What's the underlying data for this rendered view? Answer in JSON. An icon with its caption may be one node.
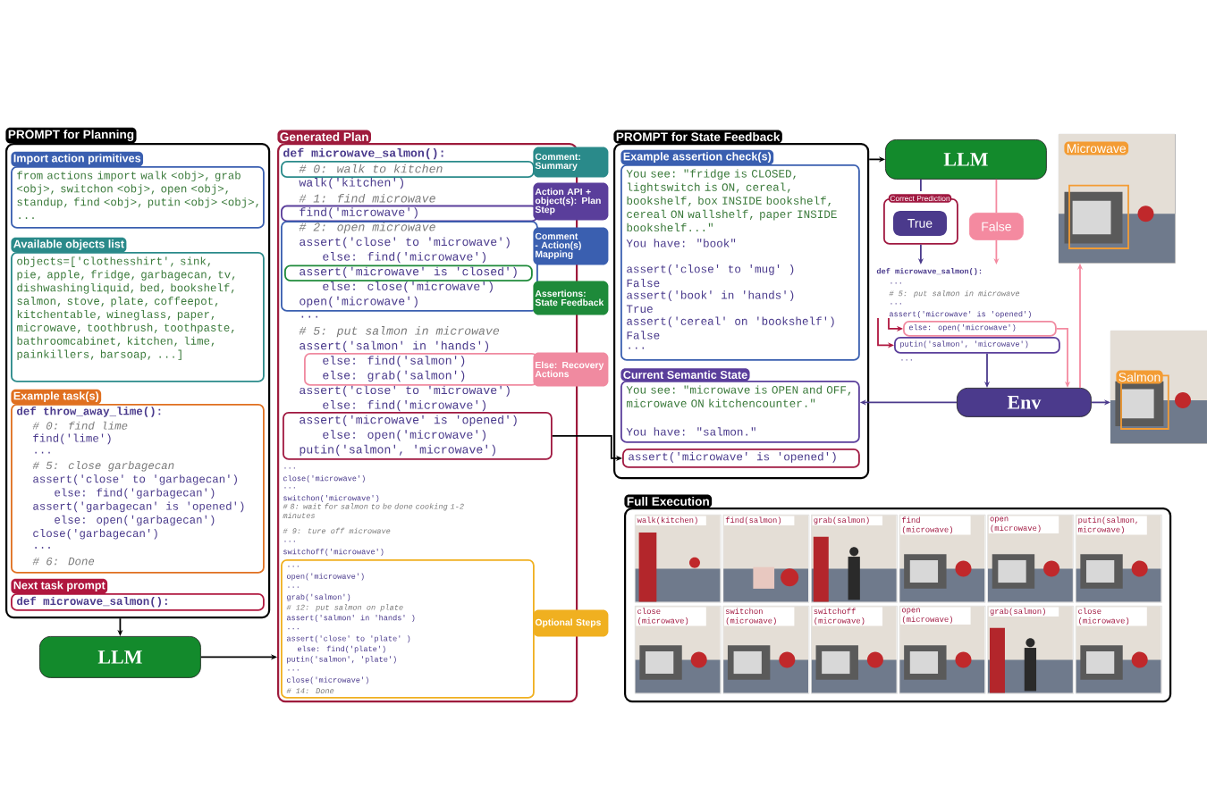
{
  "diagram": {
    "nodes": [
      {
        "text": [
          "PROMPT for Planning"
        ]
      },
      {
        "text": [
          "Import action primitives",
          "from actions import walk <obj>, grab <obj>, switchon <obj>, open <obj>, standup, find <obj>, putin <obj> <obj>, ..."
        ],
        "in": 0
      },
      {
        "text": [
          "Available objects list",
          "objects=['clothesshirt', sink, pie, apple, fridge, garbagecan, tv, dishwashingliquid, bed, bookshelf, salmon, stove, plate, coffeepot, kitchentable, wineglass, paper, microwave, toothbrush, toothpaste, bathroomcabinet, kitchen, lime, painkillers, barsoap, ...]"
        ],
        "in": 0
      },
      {
        "text": [
          "Example task(s)",
          "def throw_away_lime():",
          "# 0: find lime",
          "find('lime')",
          "...",
          "# 5: close garbagecan",
          "assert('close' to 'garbagecan')",
          "else: find('garbagecan')",
          "assert('garbagecan' is 'opened')",
          "else: open('garbagecan')",
          "close('garbagecan')",
          "...",
          "# 6: Done"
        ],
        "in": 0
      },
      {
        "text": [
          "Next task prompt",
          "def microwave_salmon():"
        ],
        "in": 0
      },
      {
        "text": [
          "LLM"
        ]
      },
      {
        "text": [
          "Generated Plan",
          "def microwave_salmon():",
          "walk('kitchen')",
          "# 1: find microwave",
          "...",
          "# 5: put salmon in microwave",
          "assert('salmon' in 'hands')",
          "assert('close' to 'microwave')",
          "else: find('microwave')",
          "...",
          "close('microwave')",
          "...",
          "switchon('microwave')",
          "# 8: wait for salmon to be done cooking 1-2 minutes",
          "# 9: ture off microwave",
          "...",
          "switchoff('microwave')"
        ]
      },
      {
        "text": [
          "# 0: walk to kitchen"
        ],
        "in": 6
      },
      {
        "text": [
          "find('microwave')"
        ],
        "in": 6
      },
      {
        "text": [
          "# 2: open microwave",
          "assert('close' to 'microwave')",
          "else: find('microwave')",
          "else: close('microwave')",
          "open('microwave')"
        ],
        "in": 6
      },
      {
        "text": [
          "assert('microwave' is 'closed')"
        ],
        "in": 9
      },
      {
        "text": [
          "else: find('salmon')",
          "else: grab('salmon')"
        ],
        "in": 6
      },
      {
        "text": [
          "assert('microwave' is 'opened')",
          "else: open('microwave')",
          "putin('salmon', 'microwave')"
        ],
        "in": 6
      },
      {
        "text": [
          "...",
          "open('microwave')",
          "...",
          "grab('salmon')",
          "# 12: put salmon on plate",
          "assert('salmon' in 'hands' )",
          "...",
          "assert('close' to 'plate' )",
          "else: find('plate')",
          "putin('salmon', 'plate')",
          "...",
          "close('microwave')",
          "# 14: Done"
        ],
        "in": 6
      },
      {
        "text": [
          "Comment: Summary"
        ]
      },
      {
        "text": [
          "Action API + object(s): Plan Step"
        ]
      },
      {
        "text": [
          "Comment - Action(s) Mapping"
        ]
      },
      {
        "text": [
          "Assertions: State Feedback"
        ]
      },
      {
        "text": [
          "Else: Recovery Actions"
        ]
      },
      {
        "text": [
          "Optional Steps"
        ]
      },
      {
        "text": [
          "PROMPT for State Feedback"
        ]
      },
      {
        "text": [
          "Example assertion check(s)",
          "You see: \"fridge is CLOSED, lightswitch is ON, cereal, bookshelf, box INSIDE bookshelf, cereal ON wallshelf, paper INSIDE bookshelf...\"",
          "You have: \"book\"",
          "assert('close' to 'mug' )",
          "False",
          "assert('book' in 'hands')",
          "True",
          "assert('cereal' on 'bookshelf')",
          "False",
          "..."
        ],
        "in": 20
      },
      {
        "text": [
          "Current Semantic State",
          "You see: \"microwave is OPEN and OFF, microwave ON kitchencounter.\"",
          "You have: \"salmon.\""
        ],
        "in": 20
      },
      {
        "text": [
          "assert('microwave' is 'opened')"
        ],
        "in": 20
      },
      {
        "text": [
          "LLM"
        ]
      },
      {
        "text": [
          "Correct Prediction",
          "True"
        ]
      },
      {
        "text": [
          "False"
        ]
      },
      {
        "text": [
          "def microwave_salmon():",
          "...",
          "# 5: put salmon in microwave",
          "...",
          "assert('microwave' is 'opened')"
        ]
      },
      {
        "text": [
          "else: open('microwave')"
        ]
      },
      {
        "text": [
          "putin('salmon', 'microwave')"
        ]
      },
      {
        "text": [
          "Env"
        ]
      },
      {
        "text": [
          "Microwave"
        ]
      },
      {
        "text": [
          "Salmon"
        ]
      },
      {
        "text": [
          "Full Execution"
        ]
      },
      {
        "text": [
          "walk(kitchen)"
        ],
        "in": 33
      },
      {
        "text": [
          "find(salmon)"
        ],
        "in": 33
      },
      {
        "text": [
          "grab(salmon)"
        ],
        "in": 33
      },
      {
        "text": [
          "find (microwave)"
        ],
        "in": 33
      },
      {
        "text": [
          "open (microwave)"
        ],
        "in": 33
      },
      {
        "text": [
          "putin(salmon, microwave)"
        ],
        "in": 33
      },
      {
        "text": [
          "close (microwave)"
        ],
        "in": 33
      },
      {
        "text": [
          "switchon (microwave)"
        ],
        "in": 33
      },
      {
        "text": [
          "switchoff (microwave)"
        ],
        "in": 33
      },
      {
        "text": [
          "open (microwave)"
        ],
        "in": 33
      },
      {
        "text": [
          "grab(salmon)"
        ],
        "in": 33
      },
      {
        "text": [
          "close (microwave)"
        ],
        "in": 33
      }
    ],
    "edges": [
      {
        "from": 0,
        "to": 5,
        "arrow": "to",
        "color": "#000000"
      },
      {
        "from": 5,
        "to": 6,
        "arrow": "to",
        "color": "#000000"
      },
      {
        "from": 12,
        "to": 23,
        "arrow": "to",
        "color": "#000000"
      },
      {
        "from": 20,
        "to": 24,
        "arrow": "to",
        "color": "#000000"
      },
      {
        "from": 24,
        "to": 25,
        "arrow": "none"
      },
      {
        "from": 24,
        "to": 26,
        "arrow": "none",
        "color": "#f48aa0"
      },
      {
        "from": 25,
        "to": 27,
        "arrow": "to"
      },
      {
        "from": 26,
        "to": 27,
        "arrow": "to",
        "color": "#f48aa0"
      },
      {
        "from": 29,
        "to": 30,
        "arrow": "to"
      },
      {
        "from": 28,
        "to": 30,
        "arrow": "to",
        "color": "#f48aa0"
      },
      {
        "from": 30,
        "to": 31,
        "arrow": "to",
        "color": "#f48aa0"
      },
      {
        "from": 30,
        "to": 32,
        "arrow": "to"
      },
      {
        "from": 30,
        "to": 22,
        "arrow": "to"
      },
      {
        "from": 27,
        "to": 28,
        "arrow": "to",
        "color": "#b0173f"
      },
      {
        "from": 27,
        "to": 29,
        "arrow": "to",
        "color": "#b0173f"
      }
    ],
    "labels": [
      "..."
    ]
  }
}
